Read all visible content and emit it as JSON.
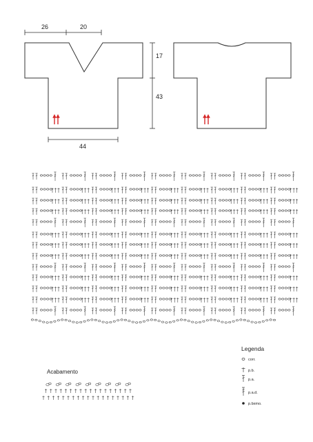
{
  "schematic": {
    "dim_front_shoulder": "26",
    "dim_neck_half": "20",
    "dim_sleeve": "17",
    "dim_body": "43",
    "dim_width": "44",
    "arrow_color": "#d62828"
  },
  "finishing": {
    "title": "Acabamento"
  },
  "legend": {
    "title": "Legenda",
    "items": [
      {
        "icon": "chain-symbol",
        "label": "corr."
      },
      {
        "icon": "single-crochet-symbol",
        "label": "p.b."
      },
      {
        "icon": "double-crochet-symbol",
        "label": "p.a."
      },
      {
        "icon": "treble-crochet-symbol",
        "label": "p.a.d."
      },
      {
        "icon": "slip-stitch-symbol",
        "label": "p.bxmo."
      }
    ]
  }
}
